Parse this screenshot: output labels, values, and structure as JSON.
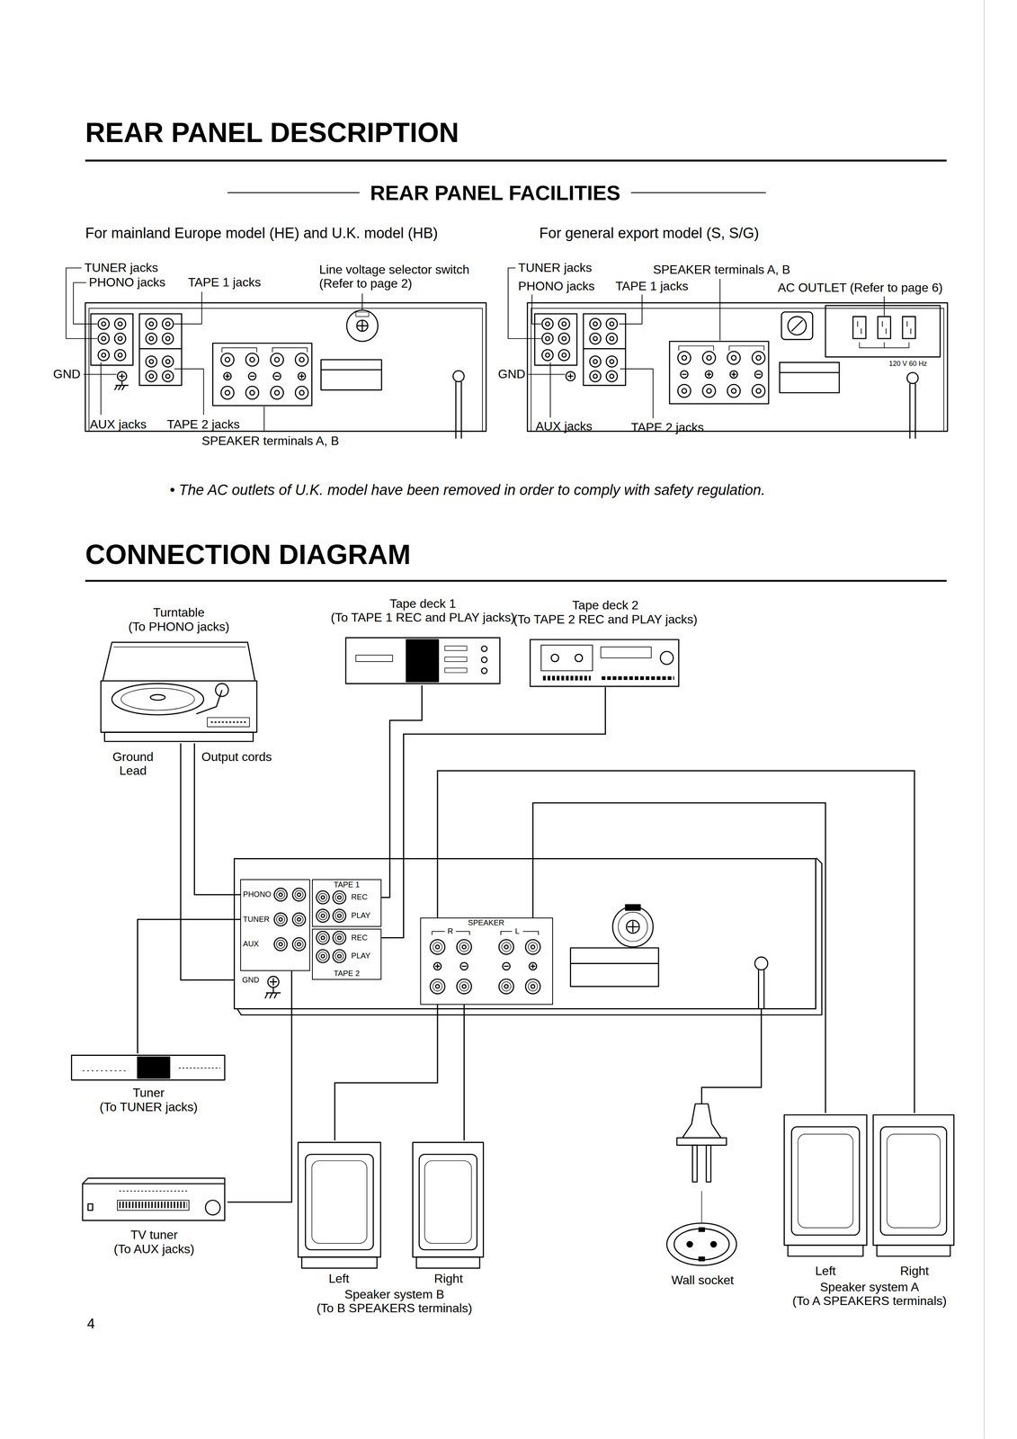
{
  "diagram": {
    "title": "REAR PANEL DESCRIPTION",
    "nodes": [
      {
        "text": [
          "Turntable",
          "(To PHONO jacks)"
        ]
      },
      {
        "text": [
          "Tape deck 1",
          "(To TAPE 1 REC and PLAY jacks)"
        ]
      },
      {
        "text": [
          "Tape deck 2",
          "(To TAPE 2 REC and PLAY jacks)"
        ]
      },
      {
        "text": [
          "GND"
        ]
      },
      {
        "text": [
          "PHONO",
          "TUNER",
          "AUX"
        ],
        "in": 3
      },
      {
        "text": [
          "TAPE 1",
          "REC",
          "PLAY"
        ],
        "in": 3
      },
      {
        "text": [
          "REC",
          "PLAY",
          "TAPE 2"
        ],
        "in": 3
      },
      {
        "text": [
          "SPEAKER",
          "R",
          "L"
        ],
        "in": 3
      },
      {
        "text": [
          "Tuner",
          "(To TUNER jacks)"
        ]
      },
      {
        "text": [
          "TV tuner",
          "(To AUX jacks)"
        ]
      },
      {
        "text": [
          "Left"
        ]
      },
      {
        "text": [
          "Right"
        ]
      },
      {
        "text": [
          "Wall socket"
        ]
      },
      {
        "text": [
          "Left"
        ]
      },
      {
        "text": [
          "Right"
        ]
      }
    ],
    "edges": [
      {
        "from": 0,
        "to": 4,
        "arrow": "none",
        "label": "Output cords"
      },
      {
        "from": 0,
        "to": 3,
        "arrow": "none",
        "label": "Ground Lead"
      },
      {
        "from": 1,
        "to": 5,
        "arrow": "none"
      },
      {
        "from": 2,
        "to": 6,
        "arrow": "none"
      },
      {
        "from": 8,
        "to": 4,
        "arrow": "none"
      },
      {
        "from": 9,
        "to": 4,
        "arrow": "none"
      },
      {
        "from": 7,
        "to": 13,
        "arrow": "none"
      },
      {
        "from": 7,
        "to": 14,
        "arrow": "none"
      },
      {
        "from": 7,
        "to": 10,
        "arrow": "none"
      },
      {
        "from": 7,
        "to": 11,
        "arrow": "none"
      },
      {
        "from": 3,
        "to": 12,
        "arrow": "none"
      }
    ],
    "labels": [
      "REAR PANEL FACILITIES",
      "For mainland Europe model (HE) and U.K. model (HB)",
      "For general export model (S, S/G)",
      "TUNER jacks",
      "PHONO jacks",
      "TAPE 1 jacks",
      "Line voltage selector switch (Refer to page 2)",
      "GND",
      "AUX jacks",
      "TAPE 2 jacks",
      "SPEAKER terminals A, B",
      "TUNER jacks",
      "SPEAKER terminals A, B",
      "PHONO jacks",
      "TAPE 1 jacks",
      "AC OUTLET (Refer to page 6)",
      "GND",
      "AUX jacks",
      "TAPE 2 jacks",
      "120 V 60 Hz",
      "• The AC outlets of U.K. model have been removed in order to comply with safety regulation.",
      "CONNECTION DIAGRAM",
      "Speaker system B",
      "(To B SPEAKERS terminals)",
      "Speaker system A",
      "(To A SPEAKERS terminals)",
      "4"
    ]
  }
}
